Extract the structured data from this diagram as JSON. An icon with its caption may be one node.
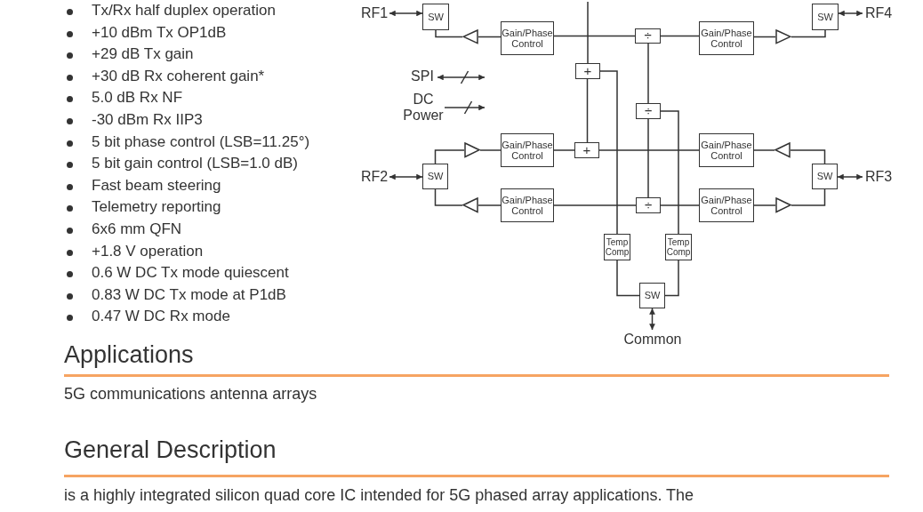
{
  "diagram": {
    "nodes": [
      {
        "text": [
          "RF1"
        ]
      },
      {
        "text": [
          "SW"
        ]
      },
      {
        "text": [
          "Gain/Phase Control"
        ]
      },
      {
        "text": [],
        "shape": "triangle"
      },
      {
        "text": [
          "÷"
        ]
      },
      {
        "text": [
          "Gain/Phase Control"
        ]
      },
      {
        "text": [],
        "shape": "triangle"
      },
      {
        "text": [
          "SW"
        ]
      },
      {
        "text": [
          "RF4"
        ]
      },
      {
        "text": [
          "+"
        ]
      },
      {
        "text": [
          "÷"
        ]
      },
      {
        "text": [
          "SPI"
        ]
      },
      {
        "text": [
          "DC Power"
        ]
      },
      {
        "text": [
          "Gain/Phase Control"
        ]
      },
      {
        "text": [],
        "shape": "triangle"
      },
      {
        "text": [
          "+"
        ]
      },
      {
        "text": [
          "Gain/Phase Control"
        ]
      },
      {
        "text": [],
        "shape": "triangle"
      },
      {
        "text": [
          "RF2"
        ]
      },
      {
        "text": [
          "SW"
        ]
      },
      {
        "text": [
          "SW"
        ]
      },
      {
        "text": [
          "RF3"
        ]
      },
      {
        "text": [
          "Gain/Phase Control"
        ]
      },
      {
        "text": [],
        "shape": "triangle"
      },
      {
        "text": [
          "÷"
        ]
      },
      {
        "text": [
          "Gain/Phase Control"
        ]
      },
      {
        "text": [],
        "shape": "triangle"
      },
      {
        "text": [
          "Temp Comp"
        ]
      },
      {
        "text": [
          "Temp Comp"
        ]
      },
      {
        "text": [
          "SW"
        ]
      },
      {
        "text": [
          "Common"
        ]
      }
    ],
    "edges": [
      {
        "from": 0,
        "to": 1,
        "arrow": "both"
      },
      {
        "from": 1,
        "to": 3,
        "arrow": "none"
      },
      {
        "from": 3,
        "to": 2,
        "arrow": "none"
      },
      {
        "from": 2,
        "to": 4,
        "arrow": "none"
      },
      {
        "from": 4,
        "to": 5,
        "arrow": "none"
      },
      {
        "from": 5,
        "to": 6,
        "arrow": "none"
      },
      {
        "from": 6,
        "to": 7,
        "arrow": "none"
      },
      {
        "from": 7,
        "to": 8,
        "arrow": "both"
      },
      {
        "from": null,
        "to": 9,
        "arrow": "none"
      },
      {
        "from": 9,
        "to": 27,
        "arrow": "none"
      },
      {
        "from": 15,
        "to": 9,
        "arrow": "none"
      },
      {
        "from": 10,
        "to": 4,
        "arrow": "none"
      },
      {
        "from": 10,
        "to": 28,
        "arrow": "none"
      },
      {
        "from": 14,
        "to": 13,
        "arrow": "none"
      },
      {
        "from": 19,
        "to": 14,
        "arrow": "none"
      },
      {
        "from": 13,
        "to": 15,
        "arrow": "none"
      },
      {
        "from": 16,
        "to": 15,
        "arrow": "none"
      },
      {
        "from": 17,
        "to": 16,
        "arrow": "none"
      },
      {
        "from": 20,
        "to": 17,
        "arrow": "none"
      },
      {
        "from": 18,
        "to": 19,
        "arrow": "both"
      },
      {
        "from": 20,
        "to": 21,
        "arrow": "both"
      },
      {
        "from": 24,
        "to": 22,
        "arrow": "none"
      },
      {
        "from": 22,
        "to": 23,
        "arrow": "none"
      },
      {
        "from": 23,
        "to": 19,
        "arrow": "none"
      },
      {
        "from": 24,
        "to": 25,
        "arrow": "none"
      },
      {
        "from": 25,
        "to": 26,
        "arrow": "none"
      },
      {
        "from": 26,
        "to": 20,
        "arrow": "none"
      },
      {
        "from": 10,
        "to": 24,
        "arrow": "none"
      },
      {
        "from": 27,
        "to": 29,
        "arrow": "none"
      },
      {
        "from": 28,
        "to": 29,
        "arrow": "none"
      },
      {
        "from": 29,
        "to": 30,
        "arrow": "both"
      },
      {
        "from": 11,
        "to": null,
        "arrow": "both"
      },
      {
        "from": 12,
        "to": null,
        "arrow": "to"
      }
    ],
    "labels": [
      "Tx/Rx half duplex operation",
      "+10 dBm Tx OP1dB",
      "+29 dB Tx gain",
      "+30 dB Rx coherent gain*",
      "5.0 dB Rx NF",
      "-30 dBm Rx IIP3",
      "5 bit phase control (LSB=11.25°)",
      "5 bit gain control (LSB=1.0 dB)",
      "Fast beam steering",
      "Telemetry reporting",
      "6x6 mm QFN",
      "+1.8 V operation",
      "0.6 W DC Tx mode quiescent",
      "0.83 W DC Tx mode at P1dB",
      "0.47 W DC Rx mode",
      "Applications",
      "5G communications antenna arrays",
      "General Description",
      "is a highly integrated silicon quad core IC intended for 5G phased array applications. The"
    ]
  }
}
